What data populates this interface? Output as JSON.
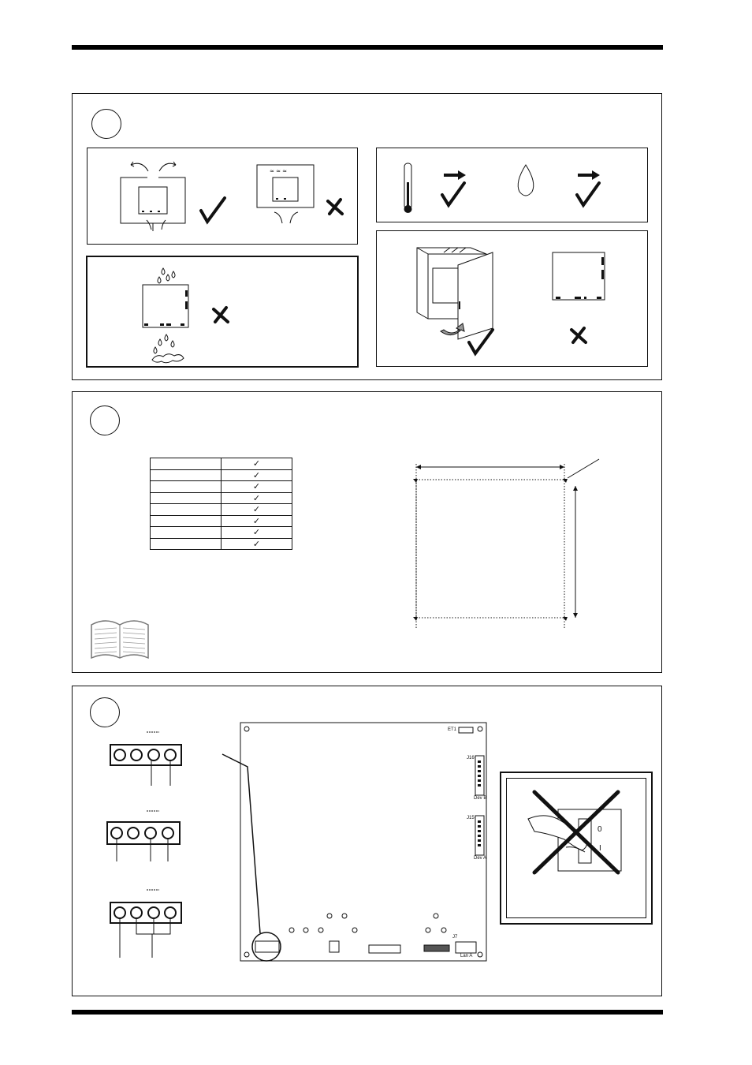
{
  "steps": [
    "",
    "",
    ""
  ],
  "pcb": {
    "label_et1": "ET1",
    "label_j16": "J16",
    "label_dev_b": "Dev B",
    "label_j15": "J15",
    "label_dev_a": "Dev A",
    "label_j7": "J7",
    "label_lan_a": "Lan A"
  },
  "switch": {
    "off_label": "0",
    "on_label": "I"
  },
  "table": {
    "rows": [
      "✓",
      "✓",
      "✓",
      "✓",
      "✓",
      "✓",
      "✓",
      "✓"
    ]
  }
}
